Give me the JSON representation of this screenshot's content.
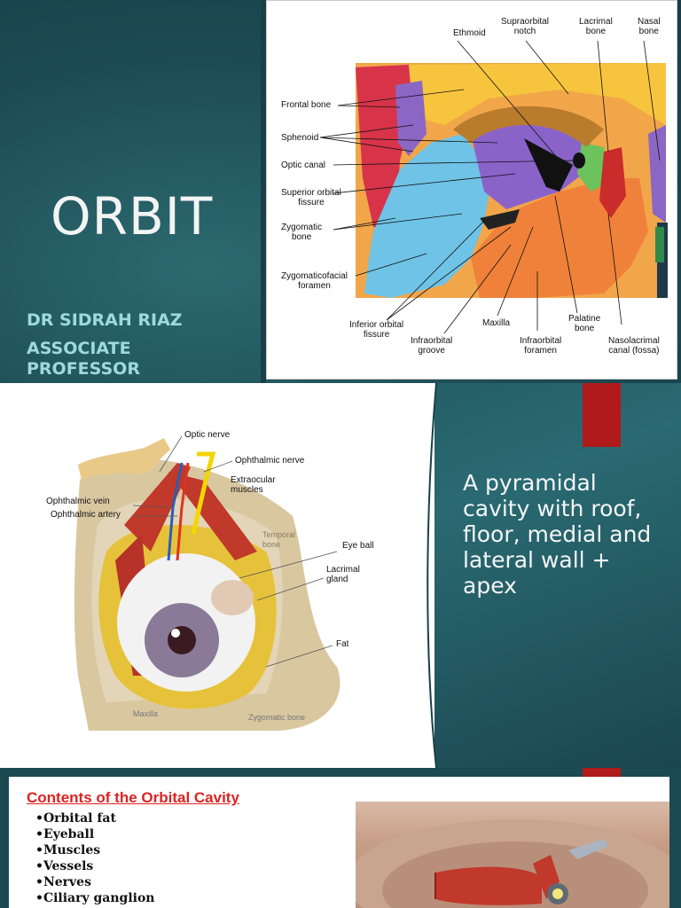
{
  "slide1": {
    "title": "ORBIT",
    "author_name": "DR SIDRAH RIAZ",
    "author_role_line1": "ASSOCIATE",
    "author_role_line2": "PROFESSOR",
    "figure_labels": {
      "ethmoid": "Ethmoid",
      "supraorbital_1": "Supraorbital",
      "supraorbital_2": "notch",
      "lacrimal_1": "Lacrimal",
      "lacrimal_2": "bone",
      "nasal_1": "Nasal",
      "nasal_2": "bone",
      "frontal": "Frontal bone",
      "sphenoid": "Sphenoid",
      "optic_canal": "Optic canal",
      "sup_orbital_1": "Superior orbital",
      "sup_orbital_2": "fissure",
      "zygomatic_1": "Zygomatic",
      "zygomatic_2": "bone",
      "zygomaticofacial_1": "Zygomaticofacial",
      "zygomaticofacial_2": "foramen",
      "inf_orbital_1": "Inferior orbital",
      "inf_orbital_2": "fissure",
      "infraorbital_groove_1": "Infraorbital",
      "infraorbital_groove_2": "groove",
      "maxilla": "Maxilla",
      "infraorbital_foramen_1": "Infraorbital",
      "infraorbital_foramen_2": "foramen",
      "palatine_1": "Palatine",
      "palatine_2": "bone",
      "nasolacrimal_1": "Nasolacrimal",
      "nasolacrimal_2": "canal (fossa)"
    }
  },
  "slide2": {
    "body_text": "A pyramidal cavity with roof, floor, medial and lateral wall + apex",
    "figure_labels": {
      "optic_nerve": "Optic nerve",
      "ophthalmic_nerve": "Ophthalmic nerve",
      "extraocular_1": "Extraocular",
      "extraocular_2": "muscles",
      "ophthalmic_vein": "Ophthalmic vein",
      "ophthalmic_artery": "Ophthalmic artery",
      "temporal_1": "Temporal",
      "temporal_2": "bone",
      "eye_ball": "Eye ball",
      "lacrimal_1": "Lacrimal",
      "lacrimal_2": "gland",
      "fat": "Fat",
      "maxilla": "Maxilla",
      "zygomatic": "Zygomatic bone"
    }
  },
  "slide3": {
    "heading": "Contents of the Orbital Cavity",
    "items": [
      "•Orbital fat",
      "•Eyeball",
      "•Muscles",
      "•Vessels",
      "•Nerves",
      "•Ciliary ganglion"
    ]
  },
  "colors": {
    "teal_dark": "#1b4a52",
    "accent_red": "#b11a1a",
    "author_text": "#9fd9e0",
    "heading_red": "#dd2222"
  }
}
